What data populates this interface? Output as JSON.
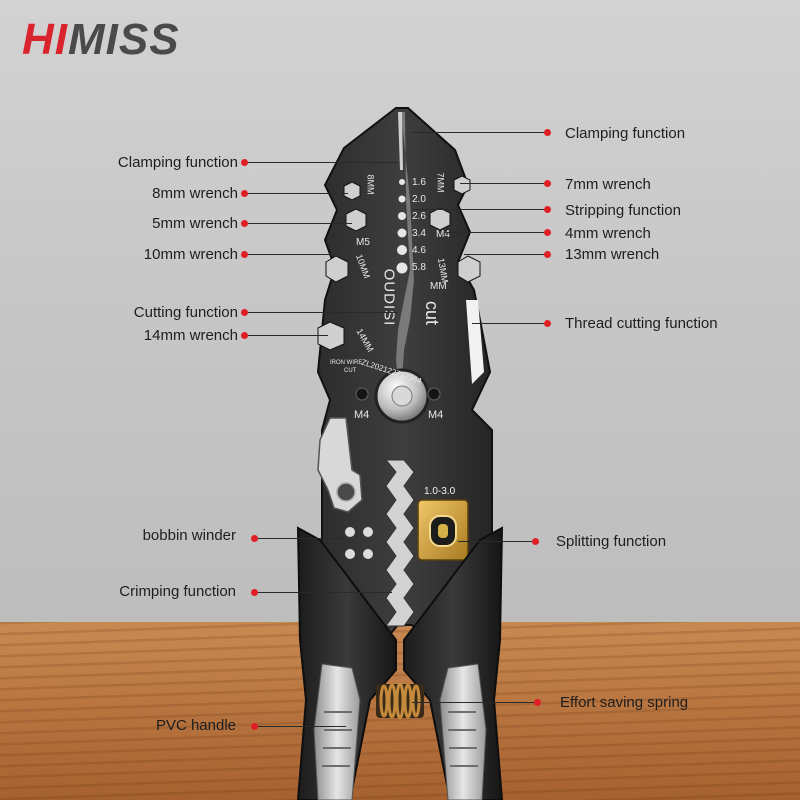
{
  "brand": {
    "prefix": "HI",
    "suffix": "MISS",
    "accent": "#d9232d"
  },
  "callouts": {
    "left": [
      {
        "key": "clamping-left",
        "text": "Clamping function"
      },
      {
        "key": "8mm",
        "text": "8mm wrench"
      },
      {
        "key": "5mm",
        "text": "5mm wrench"
      },
      {
        "key": "10mm",
        "text": "10mm wrench"
      },
      {
        "key": "cutting",
        "text": "Cutting function"
      },
      {
        "key": "14mm",
        "text": "14mm wrench"
      },
      {
        "key": "bobbin",
        "text": "bobbin winder"
      },
      {
        "key": "crimping",
        "text": "Crimping function"
      },
      {
        "key": "pvc",
        "text": "PVC handle"
      }
    ],
    "right": [
      {
        "key": "clamping-right",
        "text": "Clamping function"
      },
      {
        "key": "7mm",
        "text": "7mm wrench"
      },
      {
        "key": "stripping",
        "text": "Stripping function"
      },
      {
        "key": "4mm",
        "text": "4mm wrench"
      },
      {
        "key": "13mm",
        "text": "13mm wrench"
      },
      {
        "key": "thread",
        "text": "Thread cutting function"
      },
      {
        "key": "splitting",
        "text": "Splitting function"
      },
      {
        "key": "spring",
        "text": "Effort saving spring"
      }
    ],
    "dot_color": "#e01e26"
  },
  "tool_markings": {
    "gauges": [
      "1.6",
      "2.0",
      "2.6",
      "3.4",
      "4.6",
      "5.8"
    ],
    "gauge_unit": "MM",
    "wrench_8": "8MM",
    "wrench_7": "7MM",
    "wrench_10": "10MM",
    "wrench_13": "13MM",
    "wrench_14": "14MM",
    "m5": "M5",
    "m4_upper": "M4",
    "m4_left": "M4",
    "m4_right": "M4",
    "brand": "OUDISI",
    "cut": "cut",
    "iron_wire_1": "IRON WIRE",
    "iron_wire_2": "CUT",
    "serial": "ZL202122797964",
    "split_range": "1.0-3.0"
  }
}
